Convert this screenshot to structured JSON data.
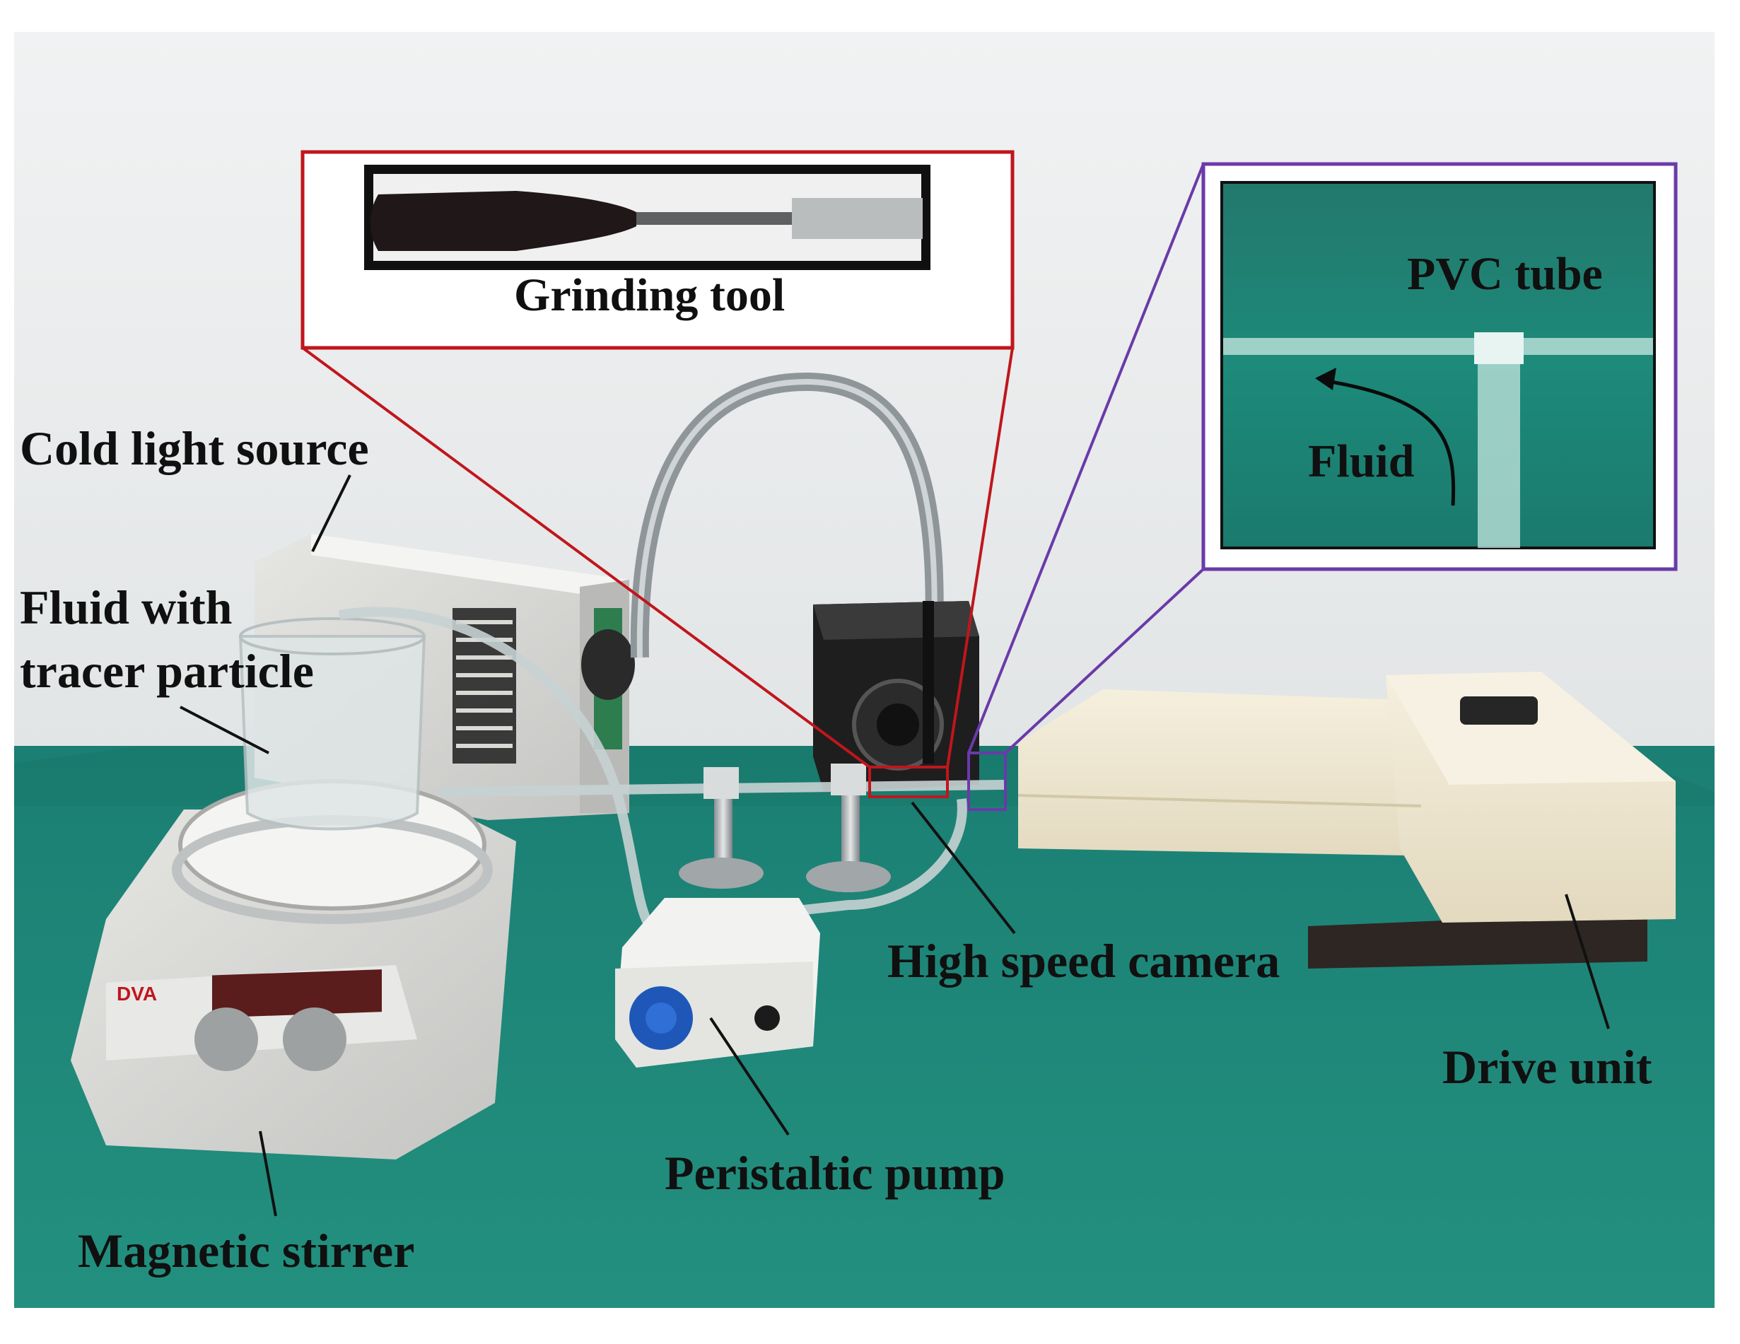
{
  "labels": {
    "grinding_tool": "Grinding tool",
    "pvc_tube": "PVC tube",
    "fluid": "Fluid",
    "cold_light_source": "Cold light source",
    "fluid_with_line1": "Fluid with",
    "fluid_with_line2": "tracer particle",
    "high_speed_camera": "High speed camera",
    "drive_unit": "Drive unit",
    "peristaltic_pump": "Peristaltic pump",
    "magnetic_stirrer": "Magnetic stirrer"
  },
  "colors": {
    "wall": "#e9ebec",
    "table": "#1f8a7c",
    "grinding_inset_border": "#c0161c",
    "tube_inset_border": "#6a3aa8",
    "label_text": "#101010"
  }
}
